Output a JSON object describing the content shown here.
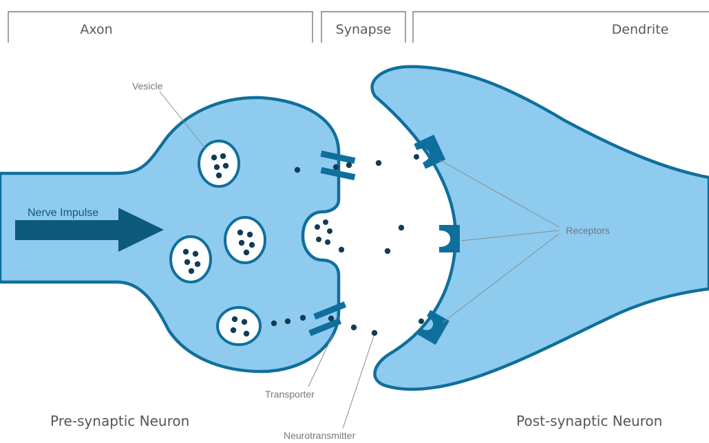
{
  "regions": {
    "axon": "Axon",
    "synapse": "Synapse",
    "dendrite": "Dendrite"
  },
  "labels": {
    "vesicle": "Vesicle",
    "nerve_impulse": "Nerve Impulse",
    "receptors": "Receptors",
    "transporter": "Transporter",
    "neurotransmitter": "Neurotransmitter",
    "pre_synaptic": "Pre-synaptic Neuron",
    "post_synaptic": "Post-synaptic Neuron"
  },
  "colors": {
    "membrane_fill": "#8ecbef",
    "membrane_stroke": "#0f6f9c",
    "impulse_arrow": "#0d5a7c",
    "neurotransmitter_dot": "#123c55",
    "label_gray": "#777777",
    "bracket_gray": "#7a7a7a"
  }
}
